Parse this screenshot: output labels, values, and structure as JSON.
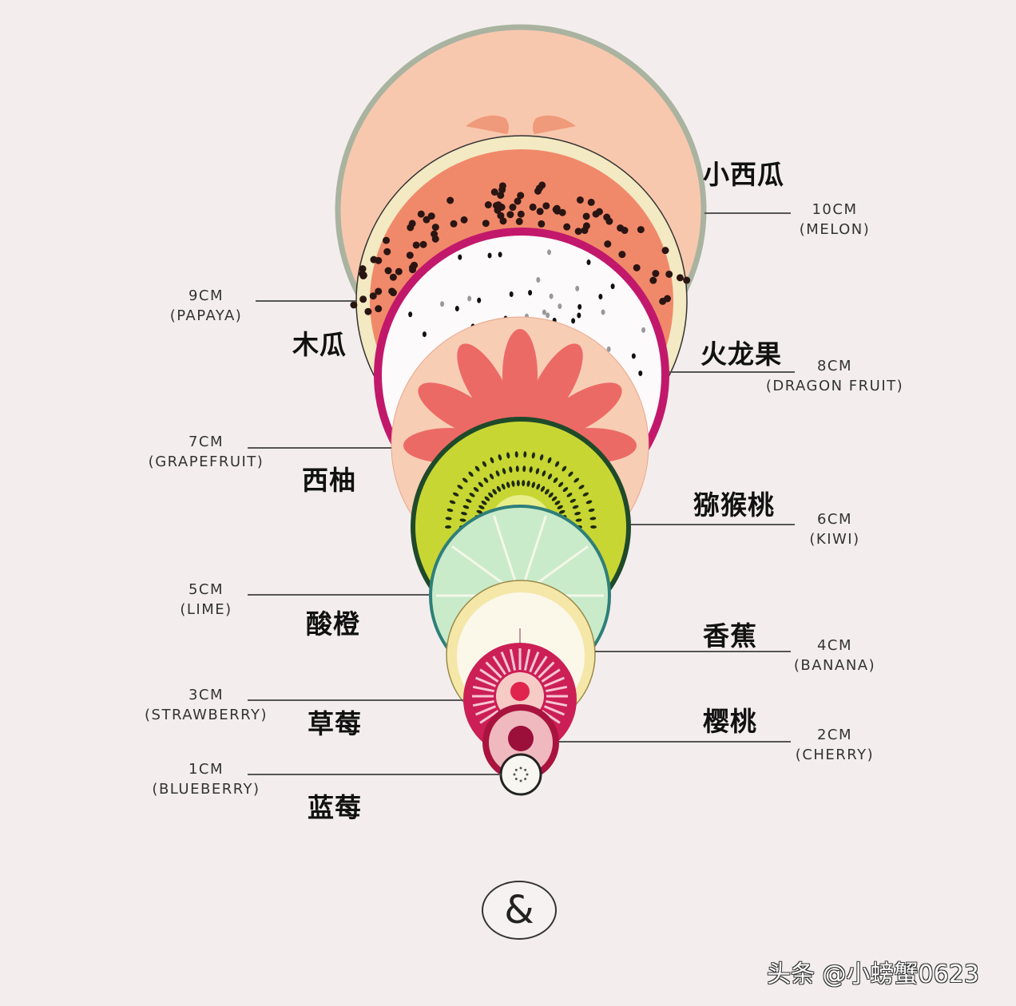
{
  "fruits": [
    {
      "cn": "小西瓜",
      "size": "10CM",
      "en": "(MELON)",
      "cm": 10
    },
    {
      "cn": "木瓜",
      "size": "9CM",
      "en": "(PAPAYA)",
      "cm": 9
    },
    {
      "cn": "火龙果",
      "size": "8CM",
      "en": "(DRAGON FRUIT)",
      "cm": 8
    },
    {
      "cn": "西柚",
      "size": "7CM",
      "en": "(GRAPEFRUIT)",
      "cm": 7
    },
    {
      "cn": "猕猴桃",
      "size": "6CM",
      "en": "(KIWI)",
      "cm": 6
    },
    {
      "cn": "酸橙",
      "size": "5CM",
      "en": "(LIME)",
      "cm": 5
    },
    {
      "cn": "香蕉",
      "size": "4CM",
      "en": "(BANANA)",
      "cm": 4
    },
    {
      "cn": "草莓",
      "size": "3CM",
      "en": "(STRAWBERRY)",
      "cm": 3
    },
    {
      "cn": "樱桃",
      "size": "2CM",
      "en": "(CHERRY)",
      "cm": 2
    },
    {
      "cn": "蓝莓",
      "size": "1CM",
      "en": "(BLUEBERRY)",
      "cm": 1
    }
  ],
  "logo": "&",
  "watermark": "头条 @小螃蟹0623",
  "colors": {
    "background": "#f3eeed",
    "melon": "#f8c8ae",
    "papaya": "#f0896a",
    "dragon_skin": "#c2186b",
    "grapefruit": "#ec6a66",
    "kiwi": "#c8d633",
    "lime": "#c9ebc9",
    "banana": "#fbf7e6",
    "strawberry": "#cc1f55",
    "cherry": "#9b0f3b"
  }
}
